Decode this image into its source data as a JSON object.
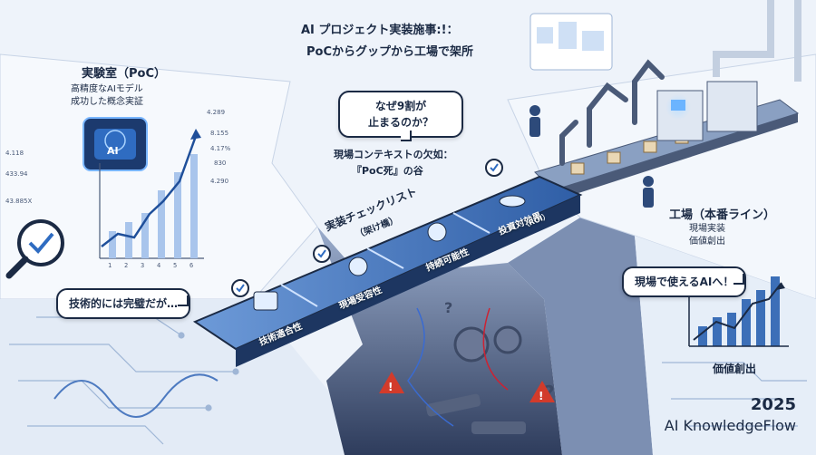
{
  "header": {
    "title_line1": "AI プロジェクト実装施事:!：",
    "title_line2": "PoCからグップから工場で架所"
  },
  "poc": {
    "heading": "実験室（PoC）",
    "desc_line1": "高精度なAIモデル",
    "desc_line2": "成功した概念実証",
    "chip_label": "AI",
    "left_values": [
      "4.118",
      "433.94",
      "43.885X"
    ],
    "right_values": [
      "4.289",
      "8.155",
      "4.17%",
      "830",
      "4.290"
    ],
    "axis_ticks": [
      "1",
      "2",
      "3",
      "4",
      "5",
      "6"
    ]
  },
  "bubbles": {
    "question_line1": "なぜ9割が",
    "question_line2": "止まるのか？",
    "technical": "技術的には完璧だが…",
    "factory_ready": "現場で使えるAIへ！"
  },
  "valley": {
    "line1": "現場コンテキストの欠如：",
    "line2": "『PoC死』の谷"
  },
  "bridge": {
    "title_line1": "実装チェックリスト",
    "title_line2": "（架け橋）",
    "segments": [
      {
        "label": "技術適合性",
        "icon": "chip-icon"
      },
      {
        "label": "現場受容性",
        "icon": "handshake-icon"
      },
      {
        "label": "持続可能性",
        "icon": "infinity-leaf-icon"
      },
      {
        "label": "投資対効果",
        "sub": "（ROI）",
        "icon": "coin-stack-icon"
      }
    ]
  },
  "factory": {
    "heading": "工場（本番ライン）",
    "desc_line1": "現場実装",
    "desc_line2": "価値創出",
    "value_label": "価値創出"
  },
  "footer": {
    "year": "2025",
    "brand": "AI KnowledgeFlow"
  },
  "colors": {
    "navy": "#1b2a44",
    "bridge_blue": "#3c6fb8",
    "bridge_dark": "#23467f",
    "light_blue": "#8fb4e3",
    "background": "#eef3fa",
    "warning_red": "#d23b2b"
  }
}
